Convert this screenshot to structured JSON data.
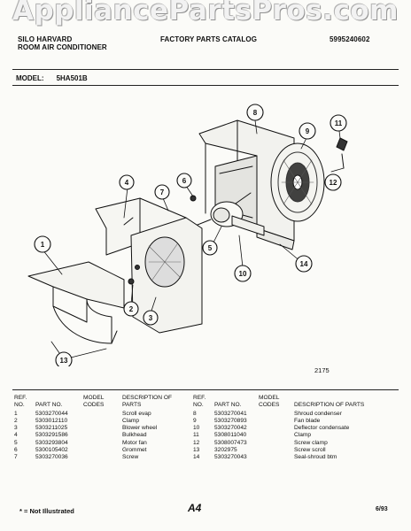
{
  "watermark": "AppliancePartsPros.com",
  "header": {
    "brand": "SILO HARVARD",
    "product": "ROOM AIR CONDITIONER",
    "catalog": "FACTORY PARTS CATALOG",
    "catalog_no": "5995240602"
  },
  "model": {
    "label": "MODEL:",
    "value": "5HA501B"
  },
  "diagram": {
    "figure_number": "2175",
    "callouts": [
      "1",
      "2",
      "3",
      "4",
      "5",
      "6",
      "7",
      "8",
      "9",
      "10",
      "11",
      "12",
      "13",
      "14"
    ]
  },
  "table": {
    "headers": {
      "ref": "REF. NO.",
      "part": "PART NO.",
      "model": "MODEL CODES",
      "desc": "DESCRIPTION OF PARTS"
    },
    "left_rows": [
      {
        "ref": "1",
        "part": "5303270044",
        "code": "",
        "desc": "Scroll evap"
      },
      {
        "ref": "2",
        "part": "5303012110",
        "code": "",
        "desc": "Clamp"
      },
      {
        "ref": "3",
        "part": "5303211025",
        "code": "",
        "desc": "Blower wheel"
      },
      {
        "ref": "4",
        "part": "5303291586",
        "code": "",
        "desc": "Bulkhead"
      },
      {
        "ref": "5",
        "part": "5303293804",
        "code": "",
        "desc": "Motor fan"
      },
      {
        "ref": "6",
        "part": "5300105402",
        "code": "",
        "desc": "Grommet"
      },
      {
        "ref": "7",
        "part": "5303270036",
        "code": "",
        "desc": "Screw"
      }
    ],
    "right_rows": [
      {
        "ref": "8",
        "part": "5303270041",
        "code": "",
        "desc": "Shroud condenser"
      },
      {
        "ref": "9",
        "part": "5303270893",
        "code": "",
        "desc": "Fan blade"
      },
      {
        "ref": "10",
        "part": "5303270042",
        "code": "",
        "desc": "Deflector condensate"
      },
      {
        "ref": "11",
        "part": "5308011040",
        "code": "",
        "desc": "Clamp"
      },
      {
        "ref": "12",
        "part": "5308007473",
        "code": "",
        "desc": "Screw clamp"
      },
      {
        "ref": "13",
        "part": "3202975",
        "code": "",
        "desc": "Screw scroll"
      },
      {
        "ref": "14",
        "part": "5303270043",
        "code": "",
        "desc": "Seal-shroud btm"
      }
    ]
  },
  "footer": {
    "note": "* = Not Illustrated",
    "page": "A4",
    "date": "6/93"
  }
}
